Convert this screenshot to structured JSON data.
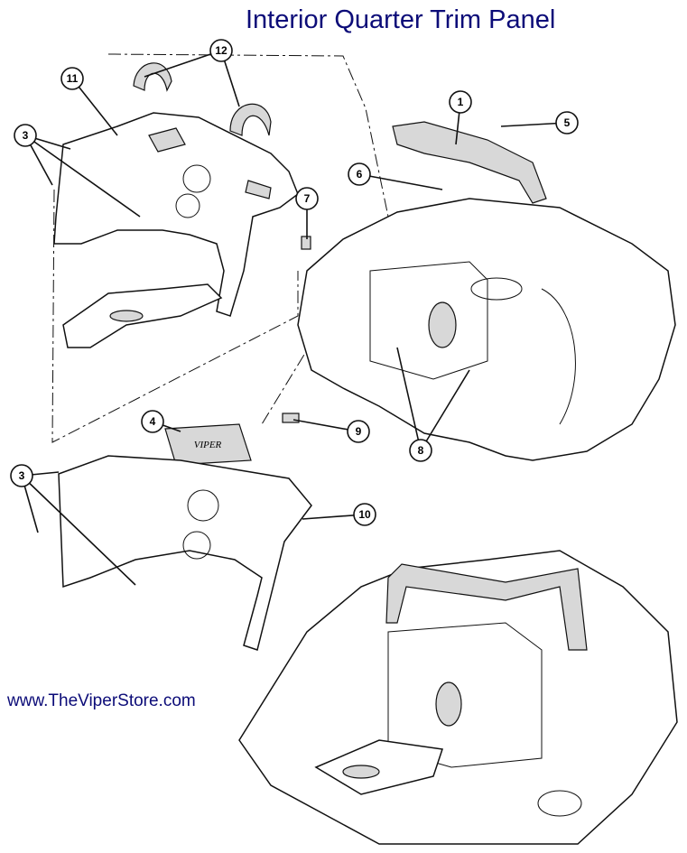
{
  "title": "Interior Quarter Trim Panel",
  "website": "www.TheViperStore.com",
  "badge_text": "VIPER",
  "callouts": [
    {
      "id": "12",
      "label": "12"
    },
    {
      "id": "11",
      "label": "11"
    },
    {
      "id": "3a",
      "label": "3"
    },
    {
      "id": "1",
      "label": "1"
    },
    {
      "id": "5",
      "label": "5"
    },
    {
      "id": "6",
      "label": "6"
    },
    {
      "id": "7",
      "label": "7"
    },
    {
      "id": "4",
      "label": "4"
    },
    {
      "id": "9",
      "label": "9"
    },
    {
      "id": "8",
      "label": "8"
    },
    {
      "id": "3b",
      "label": "3"
    },
    {
      "id": "10",
      "label": "10"
    }
  ]
}
